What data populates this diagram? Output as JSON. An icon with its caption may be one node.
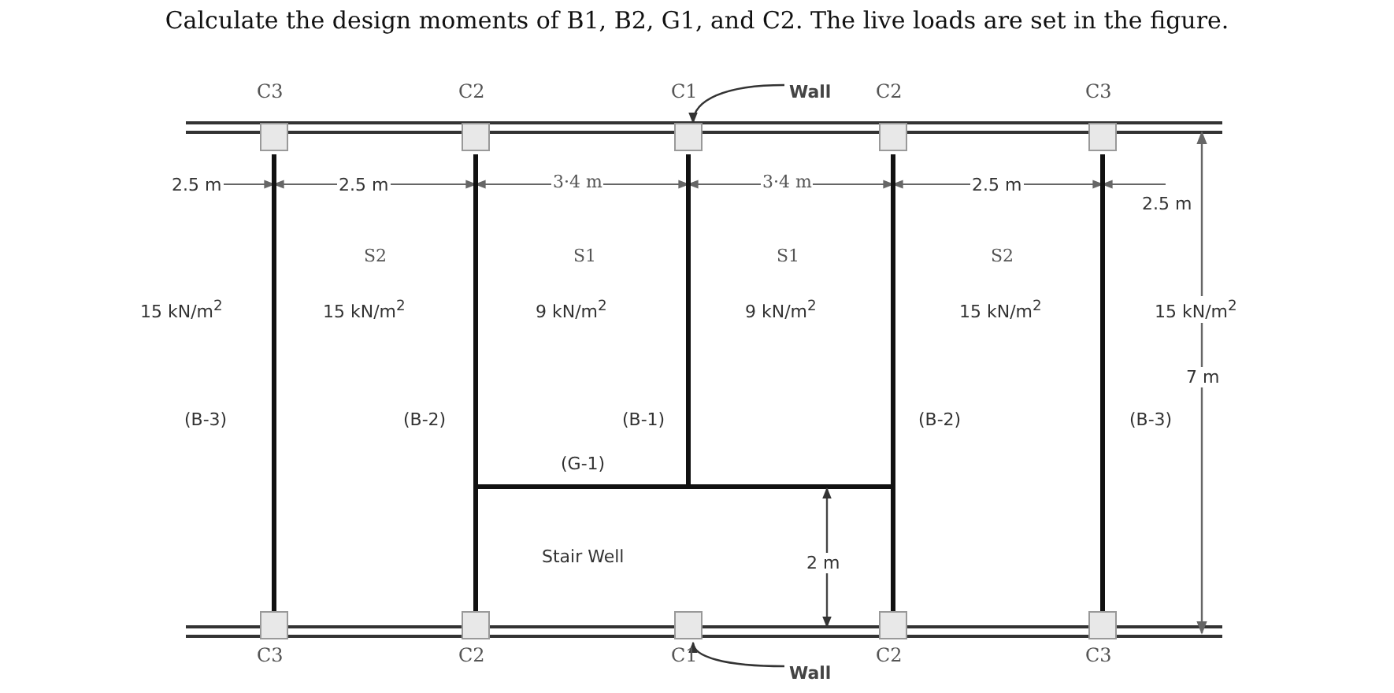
{
  "diagram": {
    "title": "Calculate the design moments of B1, B2, G1, and C2. The live loads are set in the figure.",
    "nodes": [
      {
        "text": [
          "C3"
        ]
      },
      {
        "text": [
          "C2"
        ]
      },
      {
        "text": [
          "C1"
        ]
      },
      {
        "text": [
          "C2"
        ]
      },
      {
        "text": [
          "C3"
        ]
      },
      {
        "text": [
          "Wall"
        ]
      },
      {
        "text": [
          "C3"
        ]
      },
      {
        "text": [
          "C2"
        ]
      },
      {
        "text": [
          "C1"
        ]
      },
      {
        "text": [
          "C2"
        ]
      },
      {
        "text": [
          "C3"
        ]
      },
      {
        "text": [
          "Wall"
        ]
      }
    ],
    "edges": [
      {
        "from": 5,
        "to": 2,
        "arrow": "to"
      },
      {
        "from": 11,
        "to": 8,
        "arrow": "to"
      },
      {
        "from": 0,
        "to": 6,
        "arrow": "none"
      },
      {
        "from": 1,
        "to": 7,
        "arrow": "none"
      },
      {
        "from": 2,
        "to": null,
        "arrow": "none"
      },
      {
        "from": 3,
        "to": 9,
        "arrow": "none"
      },
      {
        "from": 4,
        "to": 10,
        "arrow": "none"
      }
    ],
    "labels": [
      "2.5 m",
      "2.5 m",
      "3·4 m",
      "3·4 m",
      "2.5 m",
      "2.5 m",
      "S2",
      "S1",
      "S1",
      "S2",
      "15 kN/m$^{2}$",
      "15 kN/m$^{2}$",
      "9 kN/m$^{2}$",
      "9 kN/m$^{2}$",
      "15 kN/m$^{2}$",
      "15 kN/m$^{2}$",
      "7 m",
      "(B-3)",
      "(B-2)",
      "(B-1)",
      "(B-2)",
      "(B-3)",
      "(G-1)",
      "Stair Well",
      "2 m"
    ]
  }
}
